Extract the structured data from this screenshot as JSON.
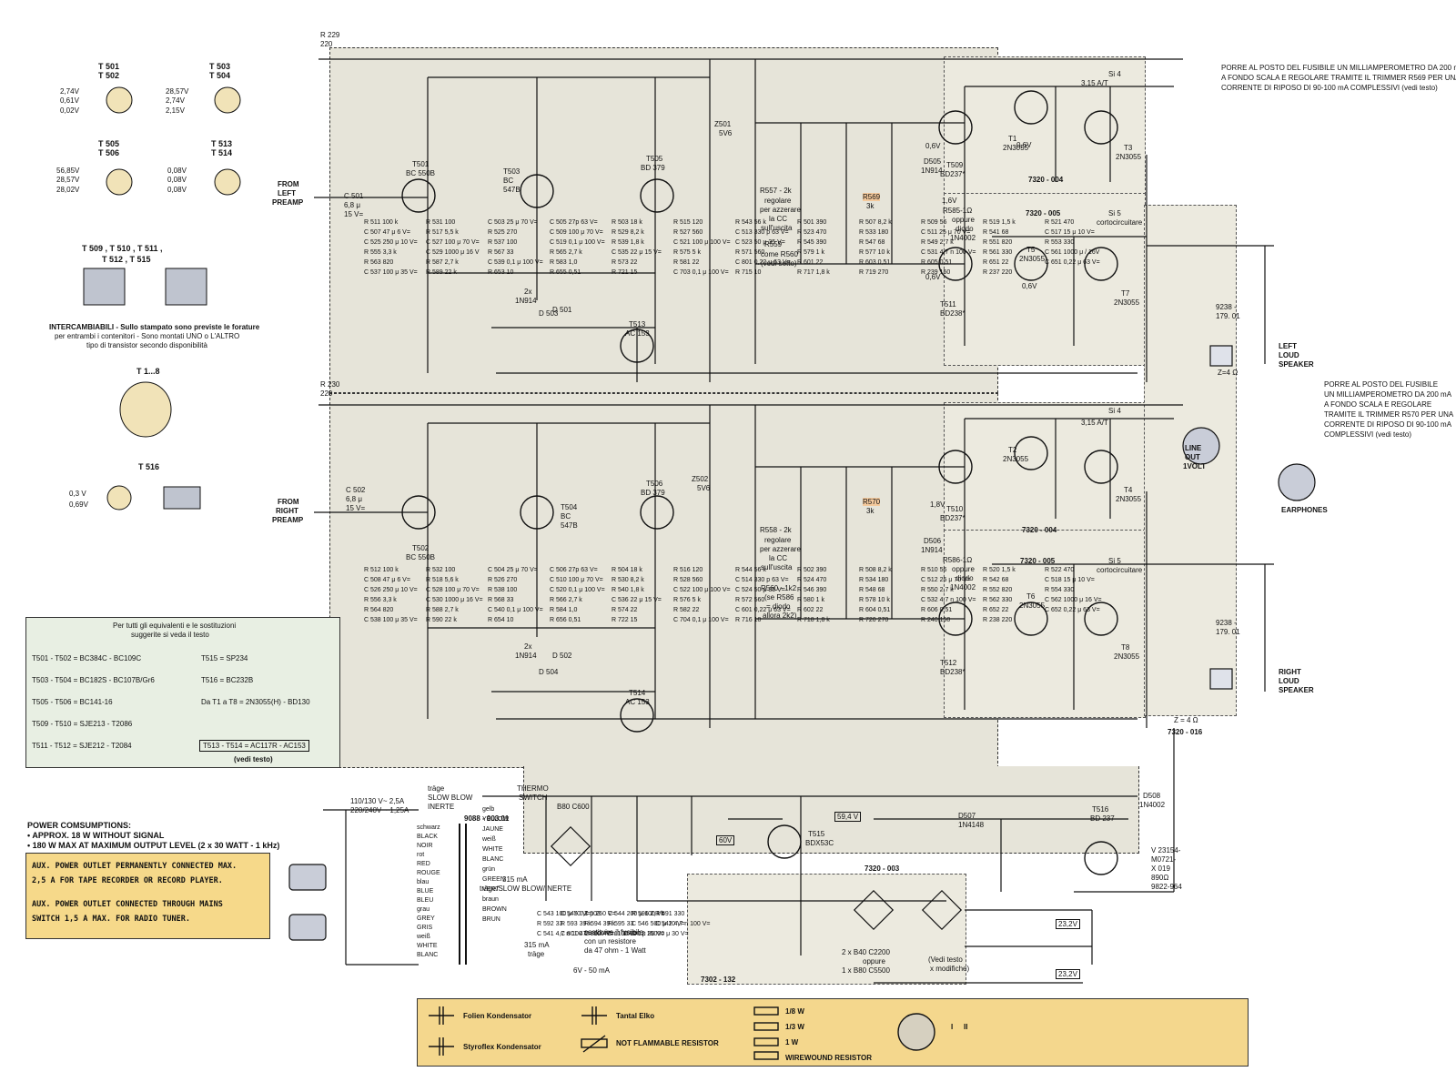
{
  "pinouts": {
    "t501": {
      "labels": [
        "T 501",
        "T 502"
      ],
      "v": [
        "2,74V",
        "0,61V",
        "0,02V"
      ]
    },
    "t503": {
      "labels": [
        "T 503",
        "T 504"
      ],
      "v": [
        "28,57V",
        "2,74V",
        "2,15V"
      ]
    },
    "t505": {
      "labels": [
        "T 505",
        "T 506"
      ],
      "v": [
        "56,85V",
        "28,57V",
        "28,02V"
      ]
    },
    "t513": {
      "labels": [
        "T 513",
        "T 514"
      ],
      "v": [
        "0,08V",
        "0,08V",
        "0,08V"
      ]
    },
    "t509_title": "T 509 , T 510 , T 511 ,",
    "t509_title2": "T 512 , T 515",
    "intercambiabili": [
      "INTERCAMBIABILI - Sullo stampato sono previste le forature",
      "per entrambi i contenitori - Sono montati UNO o L'ALTRO",
      "tipo di transistor secondo disponibilità"
    ],
    "t1_8": "T 1...8",
    "t516": {
      "label": "T 516",
      "v": [
        "0,3 V",
        "0,69V"
      ]
    }
  },
  "equivalents": {
    "title": [
      "Per tutti gli equivalenti e le sostituzioni",
      "suggerite si veda il testo"
    ],
    "left": [
      "T501 - T502  =  BC384C - BC109C",
      "T503 - T504  =  BC182S - BC107B/Gr6",
      "T505 - T506  =  BC141-16",
      "T509 - T510  =  SJE213 - T2086",
      "T511 - T512  =  SJE212 - T2084"
    ],
    "right": [
      "T515  =  SP234",
      "T516  =  BC232B",
      "Da T1 a T8 = 2N3055(H) - BD130",
      "T513 - T514  =  AC117R - AC153"
    ],
    "note": "(vedi testo)"
  },
  "power": {
    "title": "POWER COMSUMPTIONS:",
    "lines": [
      "• APPROX. 18 W WITHOUT SIGNAL",
      "• 180 W MAX AT MAXIMUM OUTPUT LEVEL (2 x 30 WATT - 1 kHz)"
    ]
  },
  "aux": [
    "AUX. POWER OUTLET  PERMANENTLY  CONNECTED MAX.",
    "2,5 A  FOR  TAPE  RECORDER OR  RECORD PLAYER.",
    "AUX. POWER OUTLET  CONNECTED  THROUGH  MAINS",
    "SWITCH 1,5 A  MAX. FOR  RADIO  TUNER."
  ],
  "notes": {
    "top": [
      "PORRE AL POSTO DEL FUSIBILE UN MILLIAMPEROMETRO DA 200 mA",
      "A FONDO SCALA E REGOLARE TRAMITE IL TRIMMER R569 PER UNA",
      "CORRENTE DI RIPOSO DI 90-100 mA COMPLESSIVI (vedi testo)"
    ],
    "mid": [
      "PORRE AL POSTO DEL FUSIBILE",
      "UN MILLIAMPEROMETRO DA 200 mA",
      "A FONDO SCALA E REGOLARE",
      "TRAMITE IL TRIMMER R570 PER UNA",
      "CORRENTE DI RIPOSO DI 90-100 mA",
      "COMPLESSIVI (vedi testo)"
    ]
  },
  "io": {
    "from_left": [
      "FROM",
      "LEFT",
      "PREAMP"
    ],
    "from_right": [
      "FROM",
      "RIGHT",
      "PREAMP"
    ],
    "left_speaker": [
      "LEFT",
      "LOUD",
      "SPEAKER"
    ],
    "right_speaker": [
      "RIGHT",
      "LOUD",
      "SPEAKER"
    ],
    "line_out": [
      "LINE",
      "OUT",
      "1VOLT"
    ],
    "earphones": "EARPHONES",
    "z_left": "Z=4 Ω",
    "z_right": "Z = 4 Ω"
  },
  "modules": {
    "m004a": "7320 - 004",
    "m005a": "7320 - 005",
    "m004b": "7320 - 004",
    "m005b": "7320 - 005",
    "m016": "7320 - 016",
    "m003": "7320 - 003",
    "m132": "7302 - 132",
    "m9088": "9088 - 003.01",
    "cc": [
      "Si 5",
      "cortocircuitare"
    ]
  },
  "top_ch": {
    "r229": [
      "R 229",
      "220"
    ],
    "r230": [
      "R 230",
      "220"
    ],
    "t501": [
      "T501",
      "BC 550B"
    ],
    "t503": [
      "T503",
      "BC",
      "547B"
    ],
    "t505": [
      "T505",
      "BD 379"
    ],
    "t513": [
      "T513",
      "AC 153"
    ],
    "t509": [
      "T509",
      "BD237*"
    ],
    "t511": [
      "T511",
      "BD238*"
    ],
    "t1": [
      "T1",
      "2N3055"
    ],
    "t3": [
      "T3",
      "2N3055"
    ],
    "t5": [
      "T5",
      "2N3055"
    ],
    "t7": [
      "T7",
      "2N3055"
    ],
    "z501": [
      "Z501",
      "5V6"
    ],
    "d505": [
      "D505",
      "1N914"
    ],
    "d501": [
      "2x",
      "1N914",
      "D 501"
    ],
    "d503": "D 503",
    "r585": [
      "R585-1Ω",
      "oppure",
      "diodo",
      "1N4002"
    ],
    "regolare": [
      "R557 - 2k",
      "regolare",
      "per azzerare",
      "la CC",
      "sull'uscita"
    ],
    "r559": [
      "R559",
      "come R560",
      "(vedi sotto)"
    ],
    "si4": [
      "Si 4",
      "3,15 A/T"
    ],
    "v1": "1,6V",
    "v2": "0,6V",
    "v3": "0,6V",
    "v4": "0,6V",
    "v5": "0,6V",
    "r569": [
      "R569",
      "3k"
    ],
    "c501": [
      "C 501",
      "6,8 μ",
      "15 V="
    ],
    "rout": [
      "9238 -",
      "179. 01"
    ],
    "comps": [
      "R 511 100 k",
      "R 531 100",
      "C 503 25 μ 70 V=",
      "C 505 27p 63 V=",
      "R 503 18 k",
      "R 515 120",
      "R 543 56 k",
      "R 501 390",
      "R 507 8,2 k",
      "R 509 56",
      "R 519 1,5 k",
      "R 521 470",
      "C 507 47 μ 6 V=",
      "R 517 5,5 k",
      "R 525 270",
      "C 509 100 μ 70 V=",
      "R 529 8,2 k",
      "R 527 560",
      "C 513 330 p 63 V=",
      "R 523 470",
      "R 533 180",
      "C 511 25 μ 70 V=",
      "R 541 68",
      "C 517 15 μ 10 V=",
      "C 525 250 μ 10 V=",
      "C 527 100 μ 70 V=",
      "R 537 100",
      "C 519 0,1 μ 100 V=",
      "R 539 1,8 k",
      "C 521 100 μ 100 V=",
      "C 523 50 μ 35 V=",
      "R 545 390",
      "R 547 68",
      "R 549 2,7 k",
      "R 551 820",
      "R 553 330",
      "R 555 3,3 k",
      "C 529 1000 μ 16 V",
      "R 567 33",
      "R 565 2,7 k",
      "C 535 22 μ 15 V=",
      "R 575 5 k",
      "R 571 560",
      "R 579 1 k",
      "R 577 10 k",
      "C 531 4,7 n 100 V=",
      "R 561 330",
      "C 561 1000 μ / 16V",
      "R 563 820",
      "R 587 2,7 k",
      "C 539 0,1 μ 100 V=",
      "R 583 1,0",
      "R 573 22",
      "R 581 22",
      "C 801 0,22 μ 63 V=",
      "R 601 22",
      "R 603 0,51",
      "R 605 0,51",
      "R 651 22",
      "C 651 0,22 μ 63 V=",
      "C 537 100 μ 35 V=",
      "R 589 22 k",
      "R 653 10",
      "R 655 0,51",
      "R 721 15",
      "C 703 0,1 μ 100 V=",
      "R 715 10",
      "R 717 1,8 k",
      "R 719 270",
      "R 239 150",
      "R 237 220"
    ]
  },
  "bot_ch": {
    "t502": [
      "T502",
      "BC 550B"
    ],
    "t504": [
      "T504",
      "BC",
      "547B"
    ],
    "t506": [
      "T506",
      "BD 379"
    ],
    "t514": [
      "T514",
      "AC 153"
    ],
    "t510": [
      "T510",
      "BD237*"
    ],
    "t512": [
      "T512",
      "BD238*"
    ],
    "t2": [
      "T2",
      "2N3055"
    ],
    "t4": [
      "T4",
      "2N3055"
    ],
    "t6": [
      "T6",
      "2N3055"
    ],
    "t8": [
      "T8",
      "2N3055"
    ],
    "z502": [
      "Z502",
      "5V6"
    ],
    "d506": [
      "D506",
      "1N914"
    ],
    "d502": [
      "2x",
      "1N914",
      "D 502"
    ],
    "d504": "D 504",
    "r586": [
      "R586-1Ω",
      "oppure",
      "diodo",
      "1N4002"
    ],
    "regolare": [
      "R558 - 2k",
      "regolare",
      "per azzerare",
      "la CC",
      "sull'uscita"
    ],
    "r560": [
      "R560 - 1k2",
      "(se R586",
      "= diodo",
      "allora 2k2)"
    ],
    "si4": [
      "Si 4",
      "3,15 A/T"
    ],
    "r570": [
      "R570",
      "3k"
    ],
    "v18": "1,8V",
    "c502": [
      "C 502",
      "6,8 μ",
      "15 V="
    ],
    "rout": [
      "9238 -",
      "179. 01"
    ],
    "comps": [
      "R 512 100 k",
      "R 532 100",
      "C 504 25 μ 70 V=",
      "C 506 27p 63 V=",
      "R 504 18 k",
      "R 516 120",
      "R 544 56 k",
      "R 502 390",
      "R 508 8,2 k",
      "R 510 56",
      "R 520 1,5 k",
      "R 522 470",
      "C 508 47 μ 6 V=",
      "R 518 5,6 k",
      "R 526 270",
      "C 510 100 μ 70 V=",
      "R 530 8,2 k",
      "R 528 560",
      "C 514 330 p 63 V=",
      "R 524 470",
      "R 534 180",
      "C 512 25 μ 70 V=",
      "R 542 68",
      "C 518 15 μ 10 V=",
      "C 526 250 μ 10 V=",
      "C 528 100 μ 70 V=",
      "R 538 100",
      "C 520 0,1 μ 100 V=",
      "R 540 1,8 k",
      "C 522 100 μ 100 V=",
      "C 524 50 μ 35 V=",
      "R 546 390",
      "R 548 68",
      "R 550 2,7 k",
      "R 552 820",
      "R 554 330",
      "R 556 3,3 k",
      "C 530 1000 μ 16 V=",
      "R 568 33",
      "R 566 2,7 k",
      "C 536 22 μ 15 V=",
      "R 576 5 k",
      "R 572 560",
      "R 580 1 k",
      "R 578 10 k",
      "C 532 4,7 n 100 V=",
      "R 562 330",
      "C 562 1000 μ 16 V=",
      "R 564 820",
      "R 588 2,7 k",
      "C 540 0,1 μ 100 V=",
      "R 584 1,0",
      "R 574 22",
      "R 582 22",
      "C 601 0,22 μ 63 V=",
      "R 602 22",
      "R 604 0,51",
      "R 606 0,51",
      "R 652 22",
      "C 652 0,22 μ 63 V=",
      "C 538 100 μ 35 V=",
      "R 590 22 k",
      "R 654 10",
      "R 656 0,51",
      "R 722 15",
      "C 704 0,1 μ 100 V=",
      "R 716 10",
      "R 718 1,8 k",
      "R 720 270",
      "R 240 150",
      "R 238 220"
    ]
  },
  "psu": {
    "mains": [
      "110/130 V~  2,5A",
      "220/240V ~  1,25A"
    ],
    "trage1": [
      "träge",
      "SLOW BLOW",
      "INERTE"
    ],
    "thermo": [
      "THERMO",
      "SWITCH"
    ],
    "wires": [
      "schwarz",
      "BLACK",
      "NOIR",
      "rot",
      "RED",
      "ROUGE",
      "blau",
      "BLUE",
      "BLEU",
      "grau",
      "GREY",
      "GRIS",
      "weiß",
      "WHITE",
      "BLANC"
    ],
    "wires2": [
      "gelb",
      "YELLOW",
      "JAUNE",
      "weiß",
      "WHITE",
      "BLANC",
      "grün",
      "GREEN",
      "VERT",
      "braun",
      "BROWN",
      "BRUN"
    ],
    "fuse315": [
      "315 mA",
      "träge/SLOW BLOW/INERTE"
    ],
    "fuse315b": [
      "315 mA",
      "träge"
    ],
    "sost": [
      "sostituire il fusibile",
      "con un resistore",
      "da 47 ohm - 1 Watt"
    ],
    "lamp": "6V - 50 mA",
    "b80": "B80 C600",
    "t515": [
      "T515",
      "BDX53C"
    ],
    "t516": [
      "T516",
      "BD 237"
    ],
    "d507": [
      "D507",
      "1N4148"
    ],
    "d508": [
      "D508",
      "1N4002"
    ],
    "relay": [
      "V 23154-",
      "M0721-",
      "X 019",
      "890Ω",
      "9822-964"
    ],
    "bridge": [
      "2 x B40 C2200",
      "oppure",
      "1 x B80 C5500"
    ],
    "vedi": [
      "(Vedi testo",
      "x modifiche)"
    ],
    "voltages": [
      "59,4 V",
      "60V",
      "23,2V",
      "23,2V"
    ],
    "comps": [
      "C 543 100 μ 70 V=",
      "C 545 0,1 μ 250 V=",
      "Z 503",
      "C 544 200 μ 100 V=",
      "R 596 2,7 k",
      "R 591 330",
      "R 592 33",
      "R 593 39 k",
      "R 594 39 k",
      "R 595 33",
      "C 546 500 μ 10 V=",
      "C 542 4,7 n 100 V=",
      "C 541 4,7 n 100 V=",
      "C 801 47 n 100 V=",
      "C 802 47 n 100 V=",
      "C 11 15000 μ 30 V=",
      "C 12 15000 μ 30 V="
    ]
  },
  "legend": {
    "items": [
      "Folien Kondensator",
      "Styroflex Kondensator",
      "Tantal Elko",
      "NOT FLAMMABLE RESISTOR",
      "1/8 W",
      "1/3 W",
      "1 W",
      "WIREWOUND RESISTOR"
    ],
    "switch": [
      "I",
      "II"
    ]
  },
  "colors": {
    "panel": "#e6e4d9",
    "panel2": "#eceadf",
    "note_box": "#e8efe3",
    "aux_box": "#f6d98a",
    "legend_box": "#f4d78d",
    "ink": "#111111"
  }
}
